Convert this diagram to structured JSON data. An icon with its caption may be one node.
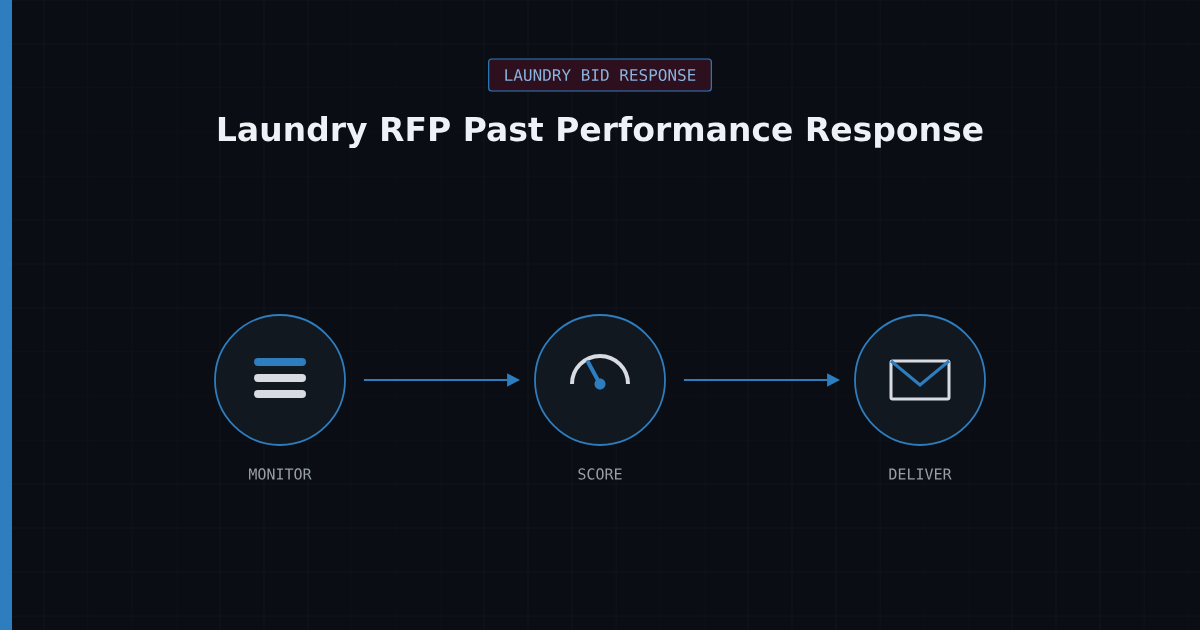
{
  "diagram": {
    "title": "Laundry RFP Past Performance Response",
    "nodes": [
      {
        "text": [
          "LAUNDRY BID RESPONSE"
        ]
      },
      {
        "text": [],
        "shape": "circle",
        "beside": [
          "MONITOR"
        ]
      },
      {
        "text": [],
        "shape": "circle",
        "beside": [
          "SCORE"
        ]
      },
      {
        "text": [],
        "shape": "circle",
        "beside": [
          "DELIVER"
        ]
      }
    ],
    "edges": [
      {
        "from": 1,
        "to": 2,
        "arrow": "to"
      },
      {
        "from": 2,
        "to": 3,
        "arrow": "to"
      }
    ]
  }
}
